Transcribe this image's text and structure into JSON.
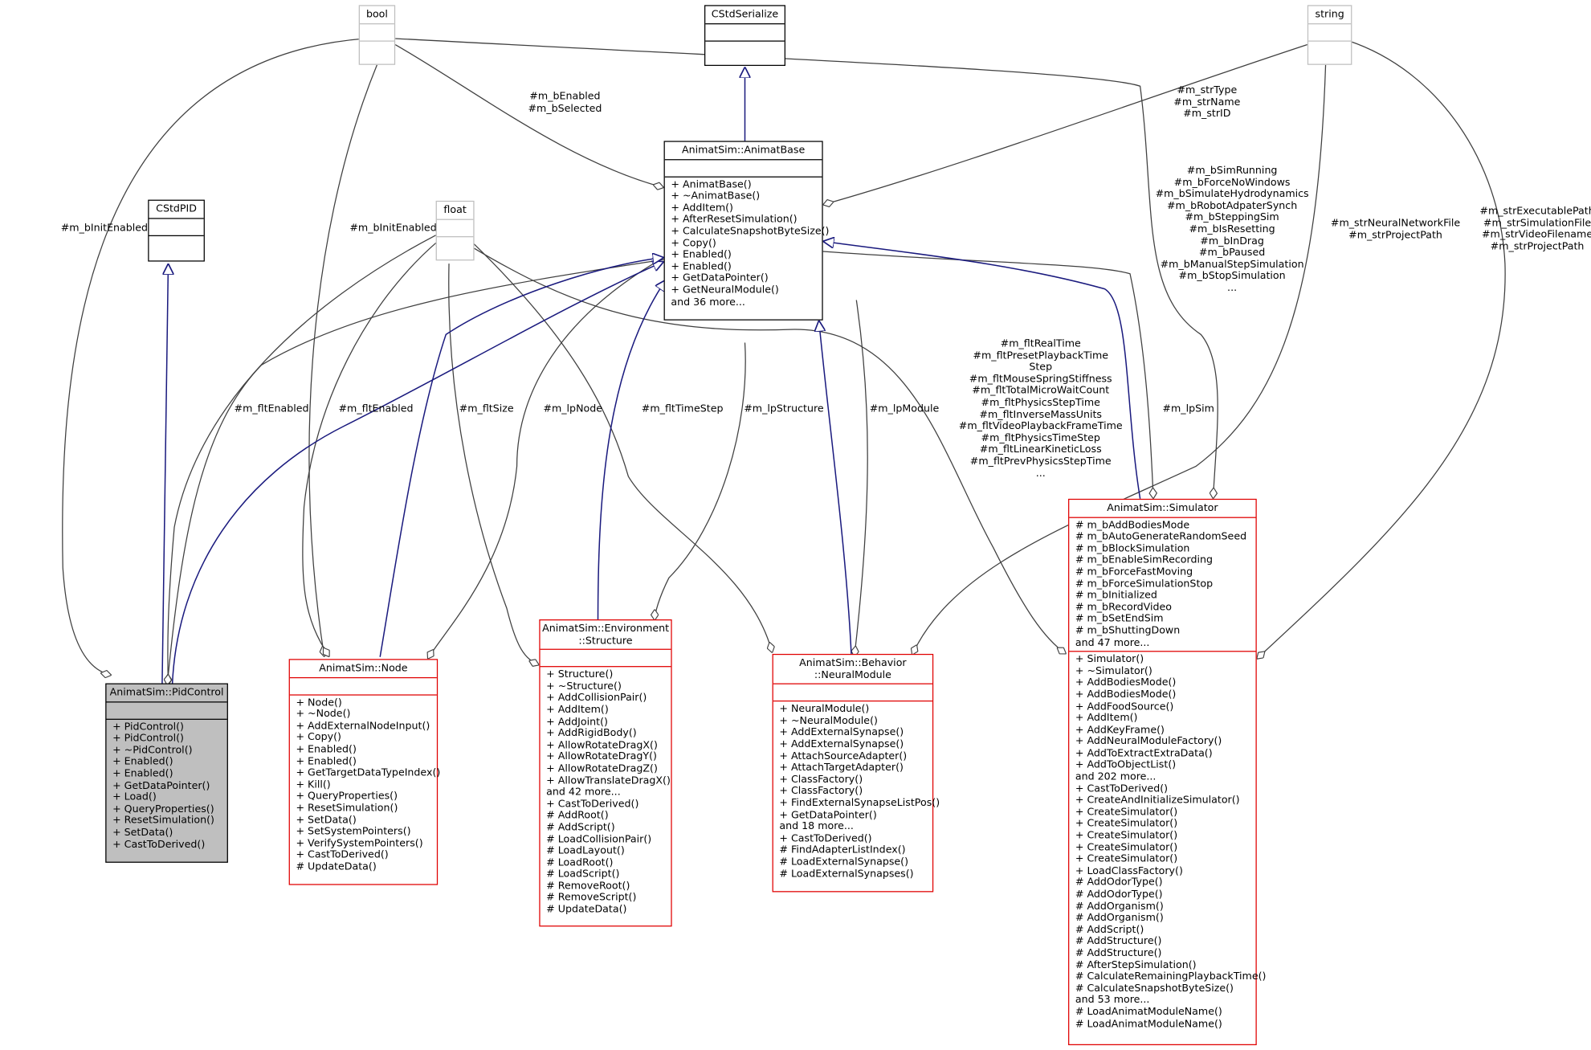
{
  "classes": {
    "bool": {
      "name": "bool"
    },
    "cstdserialize": {
      "name": "CStdSerialize"
    },
    "string": {
      "name": "string"
    },
    "cstdpid": {
      "name": "CStdPID"
    },
    "float": {
      "name": "float"
    },
    "animatbase": {
      "name": "AnimatSim::AnimatBase",
      "methods": [
        "+ AnimatBase()",
        "+ ~AnimatBase()",
        "+ AddItem()",
        "+ AfterResetSimulation()",
        "+ CalculateSnapshotByteSize()",
        "+ Copy()",
        "+ Enabled()",
        "+ Enabled()",
        "+ GetDataPointer()",
        "+ GetNeuralModule()",
        "and 36 more..."
      ]
    },
    "pidcontrol": {
      "name": "AnimatSim::PidControl",
      "methods": [
        "+ PidControl()",
        "+ PidControl()",
        "+ ~PidControl()",
        "+ Enabled()",
        "+ Enabled()",
        "+ GetDataPointer()",
        "+ Load()",
        "+ QueryProperties()",
        "+ ResetSimulation()",
        "+ SetData()",
        "+ CastToDerived()"
      ]
    },
    "node": {
      "name": "AnimatSim::Node",
      "methods": [
        "+ Node()",
        "+ ~Node()",
        "+ AddExternalNodeInput()",
        "+ Copy()",
        "+ Enabled()",
        "+ Enabled()",
        "+ GetTargetDataTypeIndex()",
        "+ Kill()",
        "+ QueryProperties()",
        "+ ResetSimulation()",
        "+ SetData()",
        "+ SetSystemPointers()",
        "+ VerifySystemPointers()",
        "+ CastToDerived()",
        "# UpdateData()"
      ]
    },
    "structure": {
      "name": "AnimatSim::Environment\n::Structure",
      "methods": [
        "+ Structure()",
        "+ ~Structure()",
        "+ AddCollisionPair()",
        "+ AddItem()",
        "+ AddJoint()",
        "+ AddRigidBody()",
        "+ AllowRotateDragX()",
        "+ AllowRotateDragY()",
        "+ AllowRotateDragZ()",
        "+ AllowTranslateDragX()",
        "and 42 more...",
        "+ CastToDerived()",
        "# AddRoot()",
        "# AddScript()",
        "# LoadCollisionPair()",
        "# LoadLayout()",
        "# LoadRoot()",
        "# LoadScript()",
        "# RemoveRoot()",
        "# RemoveScript()",
        "# UpdateData()"
      ]
    },
    "neuralmodule": {
      "name": "AnimatSim::Behavior\n::NeuralModule",
      "methods": [
        "+ NeuralModule()",
        "+ ~NeuralModule()",
        "+ AddExternalSynapse()",
        "+ AddExternalSynapse()",
        "+ AttachSourceAdapter()",
        "+ AttachTargetAdapter()",
        "+ ClassFactory()",
        "+ ClassFactory()",
        "+ FindExternalSynapseListPos()",
        "+ GetDataPointer()",
        "and 18 more...",
        "+ CastToDerived()",
        "# FindAdapterListIndex()",
        "# LoadExternalSynapse()",
        "# LoadExternalSynapses()"
      ]
    },
    "simulator": {
      "name": "AnimatSim::Simulator",
      "attributes": [
        "# m_bAddBodiesMode",
        "# m_bAutoGenerateRandomSeed",
        "# m_bBlockSimulation",
        "# m_bEnableSimRecording",
        "# m_bForceFastMoving",
        "# m_bForceSimulationStop",
        "# m_bInitialized",
        "# m_bRecordVideo",
        "# m_bSetEndSim",
        "# m_bShuttingDown",
        "and 47 more..."
      ],
      "methods": [
        "+ Simulator()",
        "+ ~Simulator()",
        "+ AddBodiesMode()",
        "+ AddBodiesMode()",
        "+ AddFoodSource()",
        "+ AddItem()",
        "+ AddKeyFrame()",
        "+ AddNeuralModuleFactory()",
        "+ AddToExtractExtraData()",
        "+ AddToObjectList()",
        "and 202 more...",
        "+ CastToDerived()",
        "+ CreateAndInitializeSimulator()",
        "+ CreateSimulator()",
        "+ CreateSimulator()",
        "+ CreateSimulator()",
        "+ CreateSimulator()",
        "+ CreateSimulator()",
        "+ LoadClassFactory()",
        "# AddOdorType()",
        "# AddOdorType()",
        "# AddOrganism()",
        "# AddOrganism()",
        "# AddScript()",
        "# AddStructure()",
        "# AddStructure()",
        "# AfterStepSimulation()",
        "# CalculateRemainingPlaybackTime()",
        "# CalculateSnapshotByteSize()",
        "and 53 more...",
        "# LoadAnimatModuleName()",
        "# LoadAnimatModuleName()"
      ]
    }
  },
  "edge_labels": {
    "pid_binit": "#m_bInitEnabled",
    "node_binit": "#m_bInitEnabled",
    "benabled": "#m_bEnabled\n#m_bSelected",
    "strtype": "#m_strType\n#m_strName\n#m_strID",
    "simflags": "#m_bSimRunning\n#m_bForceNoWindows\n#m_bSimulateHydrodynamics\n#m_bRobotAdpaterSynch\n#m_bSteppingSim\n#m_bIsResetting\n#m_bInDrag\n#m_bPaused\n#m_bManualStepSimulation\n#m_bStopSimulation\n...",
    "neuralfile": "#m_strNeuralNetworkFile\n#m_strProjectPath",
    "exepath": "#m_strExecutablePath\n#m_strSimulationFile\n#m_strVideoFilename\n#m_strProjectPath",
    "flttimes": "#m_fltRealTime\n#m_fltPresetPlaybackTime\nStep\n#m_fltMouseSpringStiffness\n#m_fltTotalMicroWaitCount\n#m_fltPhysicsStepTime\n#m_fltInverseMassUnits\n#m_fltVideoPlaybackFrameTime\n#m_fltPhysicsTimeStep\n#m_fltLinearKineticLoss\n#m_fltPrevPhysicsStepTime\n...",
    "pid_fltenabled": "#m_fltEnabled",
    "node_fltenabled": "#m_fltEnabled",
    "fltsize": "#m_fltSize",
    "lpnode": "#m_lpNode",
    "flttimestep": "#m_fltTimeStep",
    "lpstructure": "#m_lpStructure",
    "lpmodule": "#m_lpModule",
    "lpsim": "#m_lpSim"
  },
  "colors": {
    "inheritance_edge": "#1a1a7e",
    "usage_edge": "#404040",
    "class_border_red": "#e00000",
    "external_border_grey": "#bfbfbf",
    "focus_fill": "#bfbfbf"
  }
}
